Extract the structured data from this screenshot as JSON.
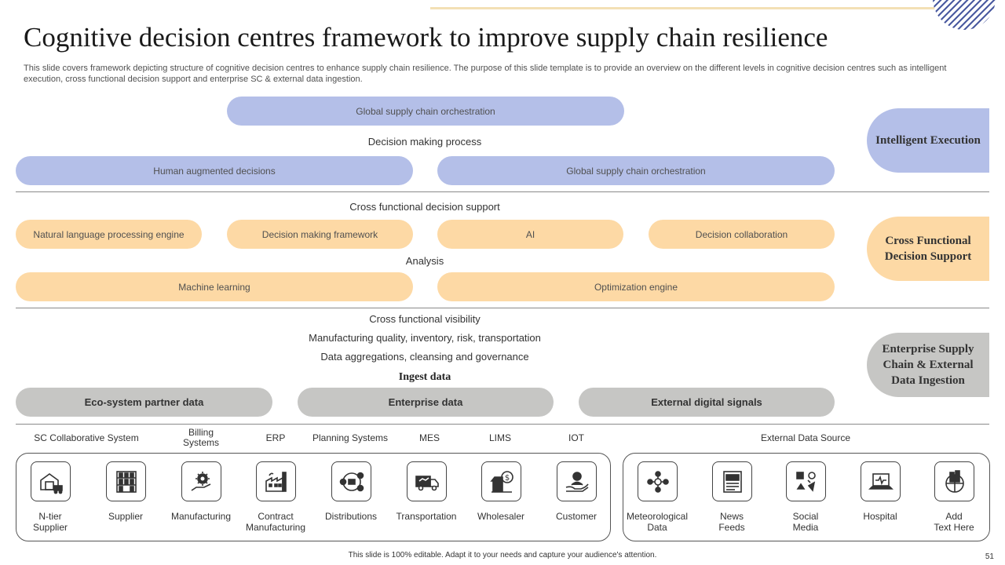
{
  "title": "Cognitive decision centres framework to improve supply chain resilience",
  "description": "This slide covers framework depicting structure of cognitive decision centres to enhance supply chain resilience. The purpose of this slide template is to provide an overview on the different levels in cognitive decision centres such as intelligent execution, cross functional decision support and enterprise SC & external data ingestion.",
  "colors": {
    "blue": "#b4bfe8",
    "orange": "#fdd9a5",
    "gray": "#c6c6c4",
    "accent_bar": "#f3e0b5"
  },
  "intelligent": {
    "top_pill": "Global supply chain orchestration",
    "process_label": "Decision making process",
    "pills": [
      "Human augmented decisions",
      "Global supply chain orchestration"
    ],
    "side_label": "Intelligent Execution"
  },
  "cross": {
    "label": "Cross functional  decision support",
    "pills": [
      "Natural language processing engine",
      "Decision making framework",
      "AI",
      "Decision collaboration"
    ],
    "analysis_label": "Analysis",
    "analysis_pills": [
      "Machine learning",
      "Optimization engine"
    ],
    "side_label": "Cross Functional Decision Support"
  },
  "enterprise": {
    "lines": [
      "Cross functional  visibility",
      "Manufacturing  quality, inventory,  risk,  transportation",
      "Data aggregations,  cleansing and governance"
    ],
    "ingest_label": "Ingest data",
    "pills": [
      "Eco-system  partner data",
      "Enterprise data",
      "External digital signals"
    ],
    "side_label": "Enterprise Supply Chain & External Data Ingestion"
  },
  "systems": {
    "sc_collaborative": "SC Collaborative System",
    "billing": "Billing Systems",
    "erp": "ERP",
    "planning": "Planning Systems",
    "mes": "MES",
    "lims": "LIMS",
    "iot": "IOT",
    "external": "External Data Source"
  },
  "icons": [
    {
      "name": "warehouse-icon",
      "label": "N-tier Supplier"
    },
    {
      "name": "shelves-icon",
      "label": "Supplier"
    },
    {
      "name": "gear-hand-icon",
      "label": "Manufacturing"
    },
    {
      "name": "factory-icon",
      "label": "Contract Manufacturing"
    },
    {
      "name": "distribution-icon",
      "label": "Distributions"
    },
    {
      "name": "truck-icon",
      "label": "Transportation"
    },
    {
      "name": "shop-dollar-icon",
      "label": "Wholesaler"
    },
    {
      "name": "customer-hand-icon",
      "label": "Customer"
    },
    {
      "name": "network-people-icon",
      "label": "Meteorological Data"
    },
    {
      "name": "newspaper-icon",
      "label": "News Feeds"
    },
    {
      "name": "social-icons-icon",
      "label": "Social Media"
    },
    {
      "name": "laptop-medical-icon",
      "label": "Hospital"
    },
    {
      "name": "globe-buildings-icon",
      "label": "Add Text Here"
    }
  ],
  "footer": "This slide is 100% editable. Adapt it to your needs and capture your audience's attention.",
  "page_number": "51"
}
